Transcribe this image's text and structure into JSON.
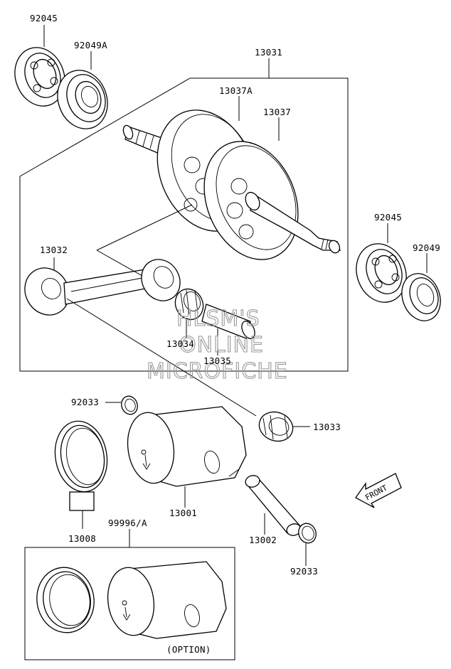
{
  "labels": {
    "p92045_top": "92045",
    "p92049A": "92049A",
    "p13031": "13031",
    "p13037A": "13037A",
    "p13037": "13037",
    "p92045_right": "92045",
    "p92049": "92049",
    "p13032": "13032",
    "p13034": "13034",
    "p13035": "13035",
    "p92033_top": "92033",
    "p13033": "13033",
    "p13001": "13001",
    "p13008": "13008",
    "p99996A": "99996/A",
    "p13002": "13002",
    "p92033_bottom": "92033",
    "option": "(OPTION)",
    "front": "FRONT"
  },
  "watermark": {
    "line1": "HLSM'S",
    "line2": "ONLINE",
    "line3": "MICROFICHE"
  }
}
